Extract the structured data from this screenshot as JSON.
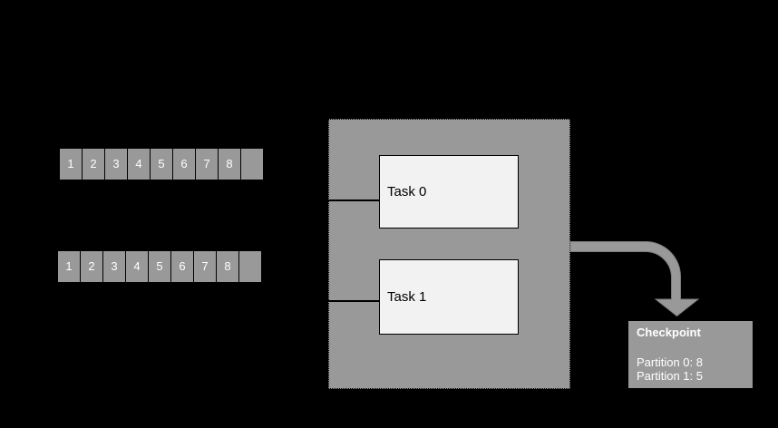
{
  "colors": {
    "background": "#000000",
    "gray_fill": "#999999",
    "task_box_fill": "#f2f2f2",
    "outline": "#000000",
    "text_on_gray": "#ffffff",
    "text_on_task": "#000000"
  },
  "partitions": [
    {
      "id": "partition-0",
      "cells": [
        "1",
        "2",
        "3",
        "4",
        "5",
        "6",
        "7",
        "8",
        ""
      ]
    },
    {
      "id": "partition-1",
      "cells": [
        "1",
        "2",
        "3",
        "4",
        "5",
        "6",
        "7",
        "8",
        ""
      ]
    }
  ],
  "tasks": [
    {
      "label": "Task 0"
    },
    {
      "label": "Task 1"
    }
  ],
  "checkpoint": {
    "title": "Checkpoint",
    "entries": [
      "Partition 0: 8",
      "Partition 1: 5"
    ]
  }
}
